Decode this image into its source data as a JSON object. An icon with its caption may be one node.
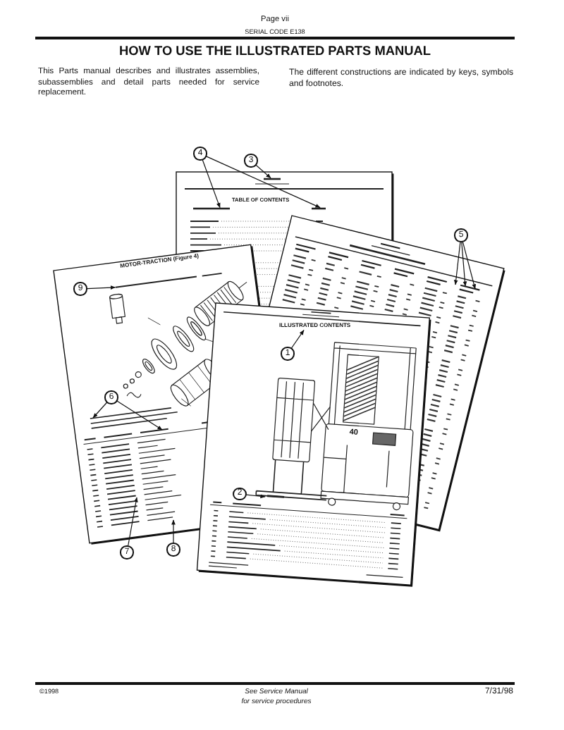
{
  "diagram": {
    "title": "HOW TO USE THE ILLUSTRATED PARTS MANUAL",
    "nodes": [
      {
        "text": [
          "1"
        ]
      },
      {
        "text": [
          "2"
        ]
      },
      {
        "text": [
          "3"
        ]
      },
      {
        "text": [
          "4"
        ]
      },
      {
        "text": [
          "5"
        ]
      },
      {
        "text": [
          "6"
        ]
      },
      {
        "text": [
          "7"
        ]
      },
      {
        "text": [
          "8"
        ]
      },
      {
        "text": [
          "9"
        ]
      },
      {
        "text": [
          "ILLUSTRATED CONTENTS"
        ]
      },
      {
        "text": [],
        "shape": "bar"
      },
      {
        "text": [],
        "shape": "bar"
      },
      {
        "text": [],
        "shape": "bar"
      },
      {
        "text": [],
        "shape": "bar"
      }
    ],
    "edges": [
      {
        "from": 0,
        "to": 9,
        "arrow": "to"
      },
      {
        "from": 1,
        "to": null,
        "arrow": "to"
      },
      {
        "from": 2,
        "to": 10,
        "arrow": "to"
      },
      {
        "from": 3,
        "to": 11,
        "arrow": "to"
      },
      {
        "from": 3,
        "to": 12,
        "arrow": "to"
      },
      {
        "from": 4,
        "to": null,
        "arrow": "to"
      },
      {
        "from": 4,
        "to": null,
        "arrow": "to"
      },
      {
        "from": 4,
        "to": null,
        "arrow": "to"
      },
      {
        "from": 5,
        "to": null,
        "arrow": "to"
      },
      {
        "from": 5,
        "to": null,
        "arrow": "to"
      },
      {
        "from": 6,
        "to": null,
        "arrow": "to"
      },
      {
        "from": 7,
        "to": null,
        "arrow": "to"
      },
      {
        "from": 8,
        "to": 13,
        "arrow": "to"
      }
    ],
    "labels": [
      "Page vii",
      "SERIAL CODE E138",
      "This Parts manual describes and illustrates assemblies, subassemblies and detail parts needed for service replacement.",
      "The different constructions are indicated by keys, symbols and footnotes.",
      "TABLE OF CONTENTS",
      "MOTOR-TRACTION (Figure 4)",
      "40",
      "©1998",
      "See Service Manual for service procedures",
      "7/31/98"
    ]
  }
}
